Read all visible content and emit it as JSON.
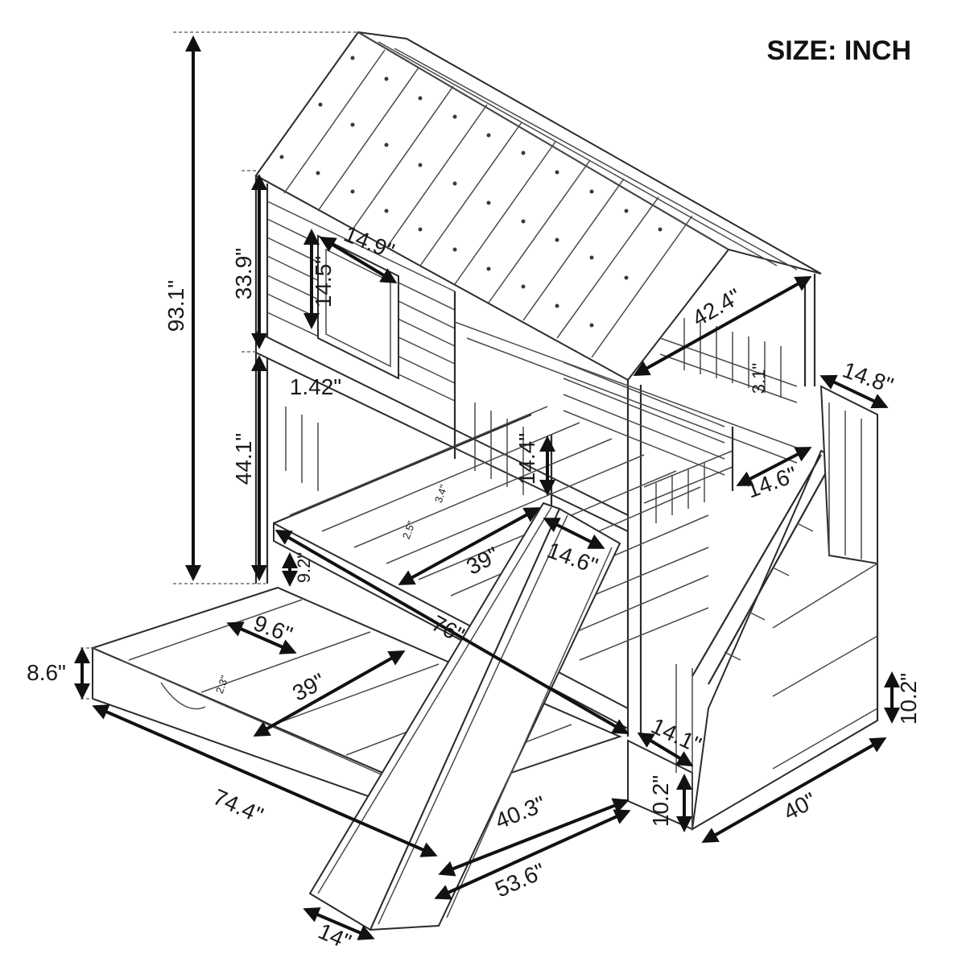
{
  "title": "SIZE: INCH",
  "dimensions": {
    "total_height": "93.1\"",
    "house_height": "33.9\"",
    "bed_height": "44.1\"",
    "window_width": "14.9\"",
    "window_height": "14.5\"",
    "roof_width": "42.4\"",
    "platform_depth": "14.8\"",
    "slat_gap_top": "3.1\"",
    "rail_gap": "1.42\"",
    "guard_height": "14.4\"",
    "landing_width": "14.6\"",
    "slide_width": "14.6\"",
    "slat_gap_a": "3.4\"",
    "slat_gap_b": "2.5\"",
    "bed_width_lower": "39\"",
    "drawer_clearance": "9.2\"",
    "bed_length": "76\"",
    "trundle_gap": "9.6\"",
    "trundle_slat_gap": "2.3\"",
    "trundle_width": "39\"",
    "trundle_height": "8.6\"",
    "trundle_length": "74.4\"",
    "slide_length_partial": "40.3\"",
    "slide_length": "53.6\"",
    "slide_bottom_width": "14\"",
    "step_height_upper": "10.2\"",
    "step_depth": "14.1\"",
    "step_height_lower": "10.2\"",
    "stairs_length": "40\""
  }
}
